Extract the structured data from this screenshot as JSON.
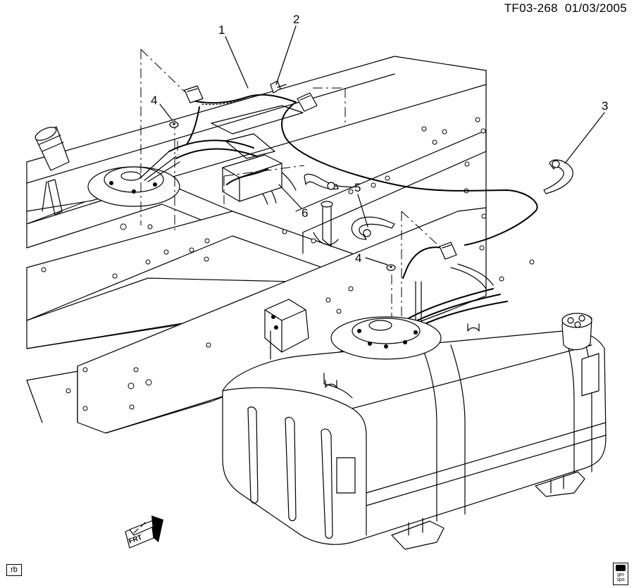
{
  "document": {
    "id": "TF03-268",
    "date": "01/03/2005",
    "corner_tag": "rb"
  },
  "logo": {
    "line1": "gm",
    "line2": "spo"
  },
  "front_marker": {
    "label": "FRT"
  },
  "callouts": [
    {
      "number": "1"
    },
    {
      "number": "2"
    },
    {
      "number": "3"
    },
    {
      "number": "4"
    },
    {
      "number": "4"
    },
    {
      "number": "5"
    },
    {
      "number": "6"
    }
  ]
}
